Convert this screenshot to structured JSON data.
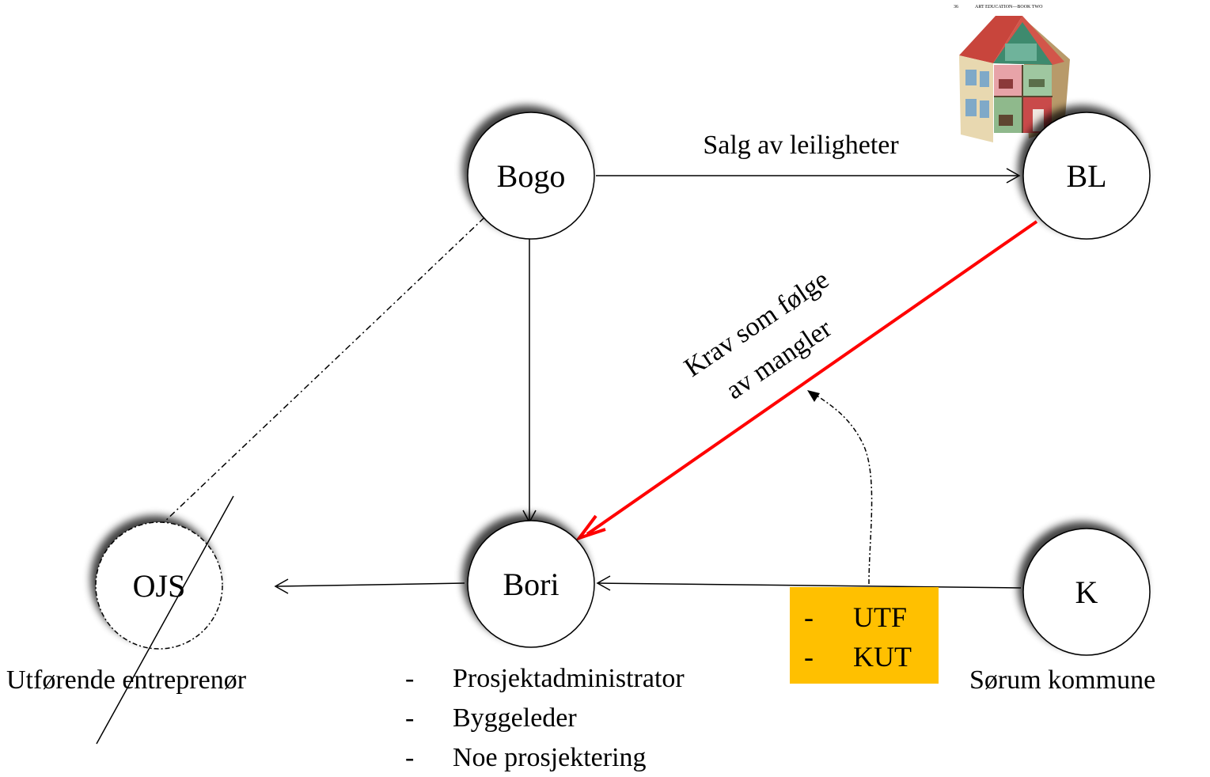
{
  "nodes": {
    "bogo": "Bogo",
    "bl": "BL",
    "bori": "Bori",
    "ojs": "OJS",
    "k": "K"
  },
  "edges": {
    "bogo_to_bl": "Salg av leiligheter",
    "bl_to_bori_line1": "Krav som følge",
    "bl_to_bori_line2": "av mangler"
  },
  "captions": {
    "ojs": "Utførende entreprenør",
    "k": "Sørum kommune"
  },
  "bori_roles": {
    "bullet": "-",
    "items": [
      "Prosjektadministrator",
      "Byggeleder",
      "Noe prosjektering"
    ]
  },
  "codes_box": {
    "bullet": "-",
    "items": [
      "UTF",
      "KUT"
    ],
    "color": "#FFC000"
  },
  "colors": {
    "claim_arrow": "#FF0000"
  },
  "house_picture": {
    "header_text": "ART EDUCATION—BOOK TWO",
    "page_number": "36"
  }
}
